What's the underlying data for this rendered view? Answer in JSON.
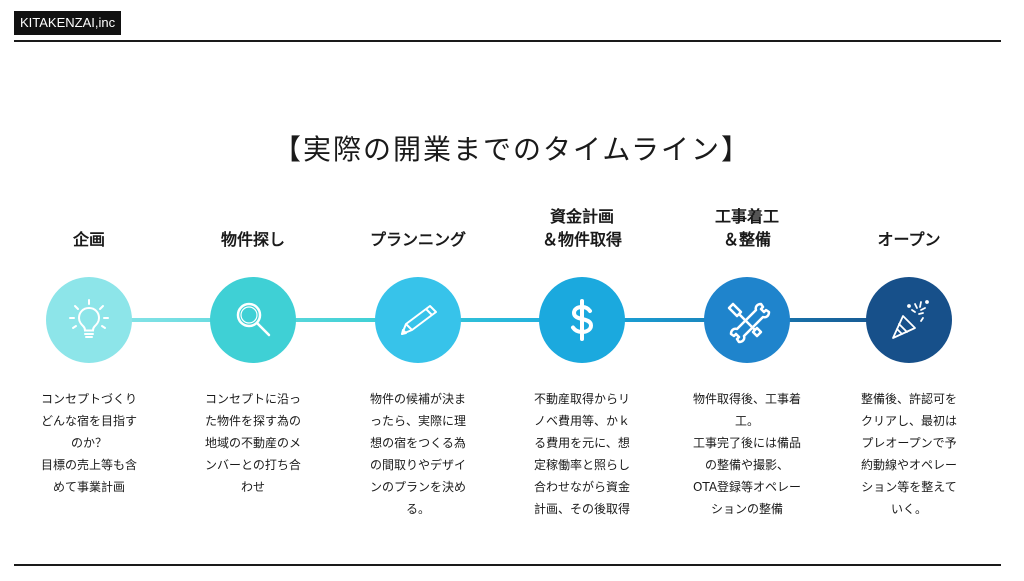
{
  "brand": "KITAKENZAI,inc",
  "title": "【実際の開業までのタイムライン】",
  "steps": [
    {
      "title": "企画",
      "icon": "lightbulb-icon",
      "color": "#8de5e9",
      "desc": "コンセプトづくり\nどんな宿を目指す\nのか？\n目標の売上等も含\nめて事業計画"
    },
    {
      "title": "物件探し",
      "icon": "magnifier-icon",
      "color": "#3fd0d5",
      "desc": "コンセプトに沿っ\nた物件を探す為の\n地域の不動産のメ\nンバーとの打ち合\nわせ"
    },
    {
      "title": "プランニング",
      "icon": "pencil-icon",
      "color": "#37c3ea",
      "desc": "物件の候補が決ま\nったら、実際に理\n想の宿をつくる為\nの間取りやデザイ\nンのプランを決め\nる。"
    },
    {
      "title": "資金計画\n＆物件取得",
      "icon": "dollar-icon",
      "color": "#1ba9de",
      "desc": "不動産取得からリ\nノベ費用等、かｋ\nる費用を元に、想\n定稼働率と照らし\n合わせながら資金\n計画、その後取得"
    },
    {
      "title": "工事着工\n＆整備",
      "icon": "tools-icon",
      "color": "#1f84cc",
      "desc": "物件取得後、工事着\n工。\n工事完了後には備品\nの整備や撮影、\nOTA登録等オペレー\nションの整備"
    },
    {
      "title": "オープン",
      "icon": "party-popper-icon",
      "color": "#17508a",
      "desc": "整備後、許認可を\nクリアし、最初は\nプレオープンで予\n約動線やオペレー\nション等を整えて\nいく。"
    }
  ]
}
